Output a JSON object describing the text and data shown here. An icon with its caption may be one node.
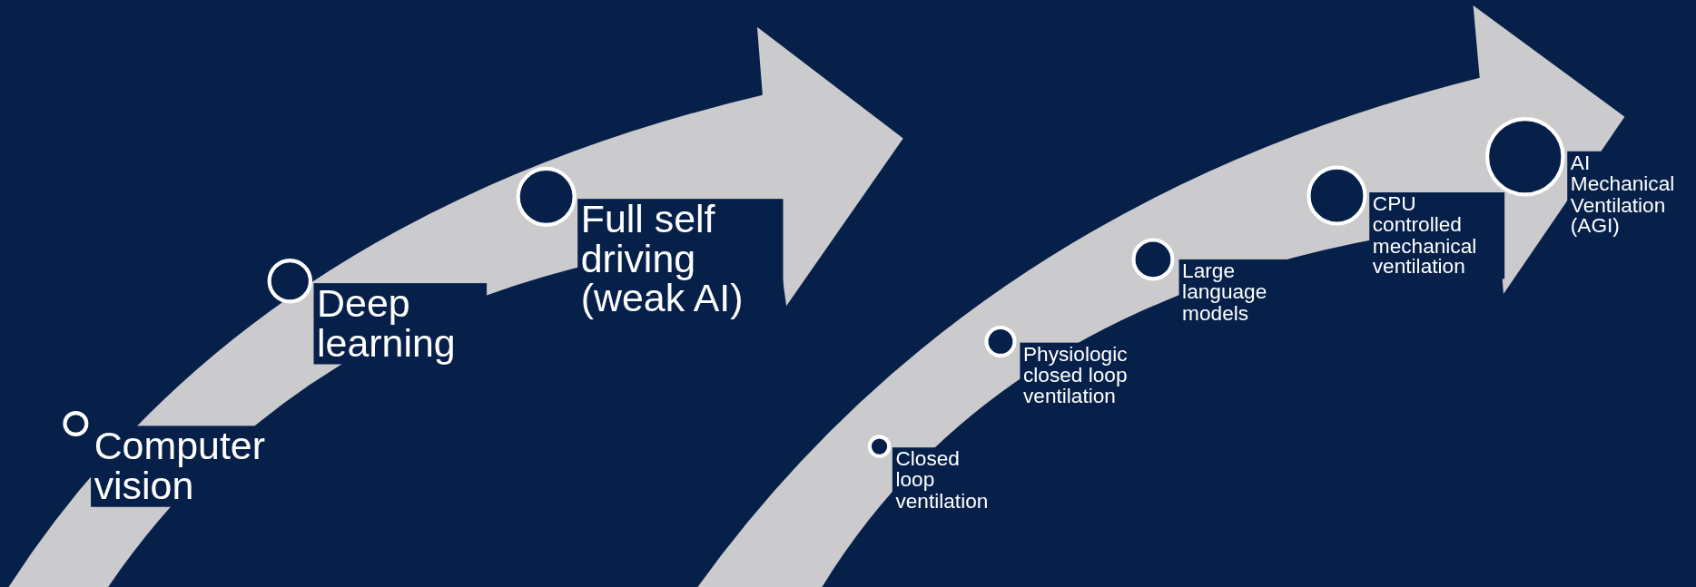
{
  "diagram": {
    "nodes": [
      {
        "text": [],
        "shape": "circle",
        "beside": [
          "Computer vision"
        ]
      },
      {
        "text": [],
        "shape": "circle",
        "beside": [
          "Deep learning"
        ]
      },
      {
        "text": [],
        "shape": "circle",
        "beside": [
          "Full self driving (weak AI)"
        ]
      },
      {
        "text": [],
        "shape": "circle",
        "beside": [
          "Closed loop ventilation"
        ]
      },
      {
        "text": [],
        "shape": "circle",
        "beside": [
          "Physiologic closed loop ventilation"
        ]
      },
      {
        "text": [],
        "shape": "circle",
        "beside": [
          "Large language models"
        ]
      },
      {
        "text": [],
        "shape": "circle",
        "beside": [
          "CPU controlled mechanical ventilation"
        ]
      },
      {
        "text": [],
        "shape": "circle",
        "beside": [
          "AI Mechanical Ventilation (AGI)"
        ]
      }
    ],
    "edges": []
  }
}
